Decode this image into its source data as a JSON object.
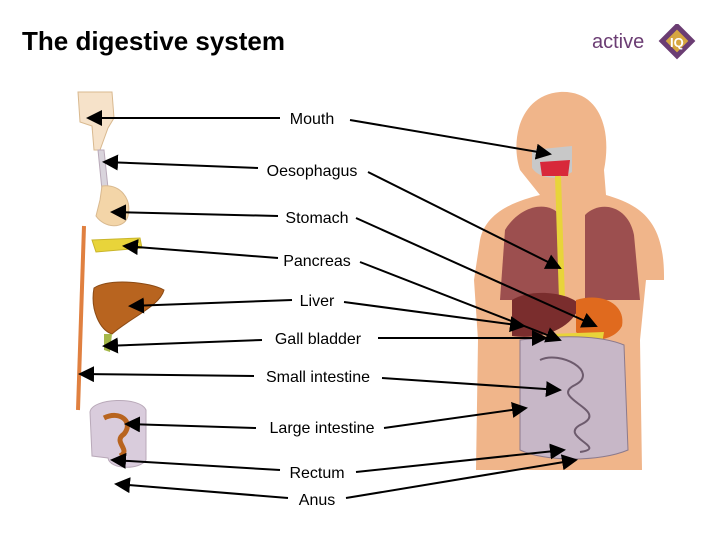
{
  "title": "The digestive system",
  "logo_text": "active",
  "labels": {
    "mouth": "Mouth",
    "oesophagus": "Oesophagus",
    "stomach": "Stomach",
    "pancreas": "Pancreas",
    "liver": "Liver",
    "gall_bladder": "Gall bladder",
    "small_intestine": "Small intestine",
    "large_intestine": "Large intestine",
    "rectum": "Rectum",
    "anus": "Anus"
  },
  "colors": {
    "skin": "#f0b58a",
    "lungs": "#9c4f4f",
    "stomach": "#e06a1e",
    "liver": "#b8641f",
    "pancreas": "#e8d43a",
    "intestine": "#b8a8b8",
    "logo_purple": "#6b3d73",
    "logo_gold": "#d6a640"
  }
}
